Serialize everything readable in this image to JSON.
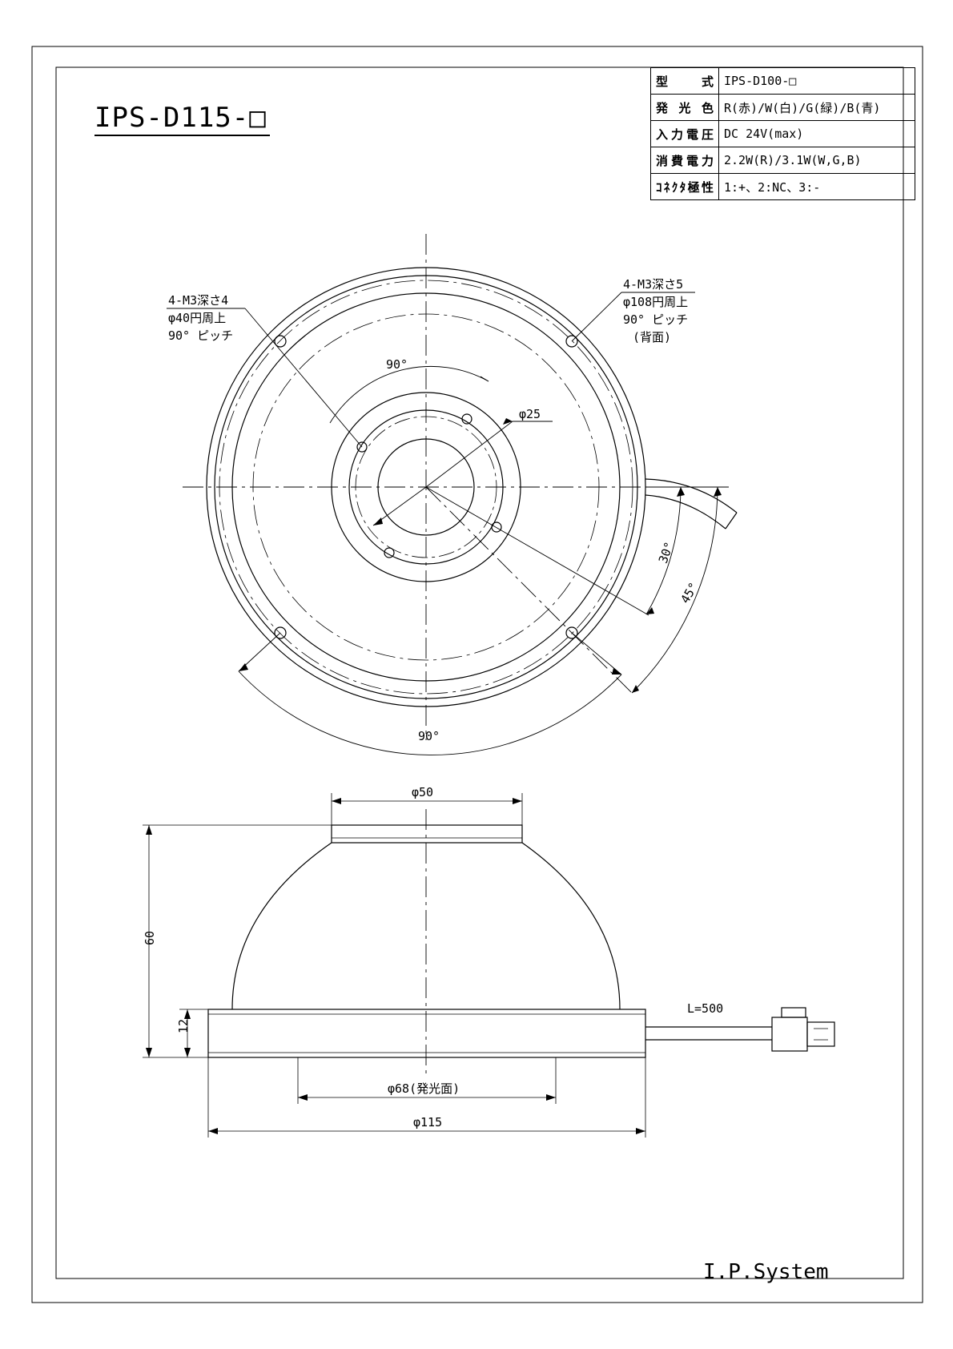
{
  "title": "IPS-D115-□",
  "company": "I.P.System",
  "spec_table": [
    {
      "key": "型　　式",
      "value": "IPS-D100-□"
    },
    {
      "key": "発光色",
      "value": "R(赤)/W(白)/G(緑)/B(青)"
    },
    {
      "key": "入力電圧",
      "value": "DC 24V(max)"
    },
    {
      "key": "消費電力",
      "value": "2.2W(R)/3.1W(W,G,B)"
    },
    {
      "key": "ｺﾈｸﾀ極性",
      "value": "1:+、2:NC、3:-"
    }
  ],
  "top_view": {
    "note_left": [
      "4-M3深さ4",
      "φ40円周上",
      "90° ピッチ"
    ],
    "note_right": [
      "4-M3深さ5",
      "φ108円周上",
      "90° ピッチ",
      "(背面)"
    ],
    "angle_inner": "90°",
    "angle_outer": "90°",
    "angle_30": "30°",
    "angle_45": "45°",
    "dia_inner": "φ25"
  },
  "side_view": {
    "dim_top": "φ50",
    "dim_height": "60",
    "dim_base": "12",
    "dim_emit": "φ68(発光面)",
    "dim_outer": "φ115",
    "cable_length": "L=500"
  }
}
